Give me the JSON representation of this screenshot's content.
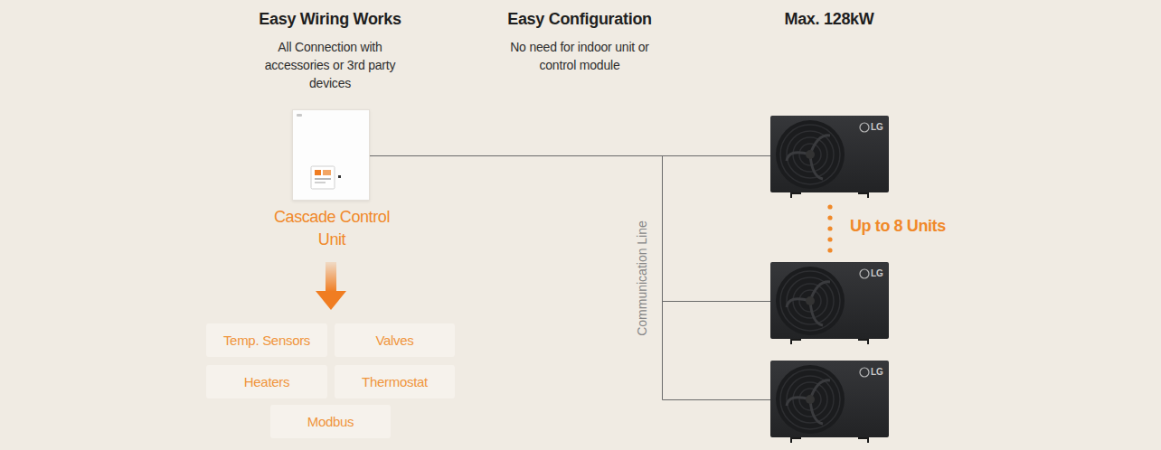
{
  "diagram": {
    "nodes": [
      {
        "text": [
          "Cascade Control Unit"
        ]
      },
      {
        "text": [
          "Temp. Sensors"
        ]
      },
      {
        "text": [
          "Valves"
        ]
      },
      {
        "text": [
          "Heaters"
        ]
      },
      {
        "text": [
          "Thermostat"
        ]
      },
      {
        "text": [
          "Modbus"
        ]
      },
      {
        "text": [
          "LG"
        ]
      },
      {
        "text": [
          "LG"
        ]
      },
      {
        "text": [
          "LG"
        ]
      }
    ],
    "edges": [
      {
        "from": 0,
        "to": 6,
        "arrow": "none"
      },
      {
        "from": 0,
        "to": 7,
        "arrow": "none"
      },
      {
        "from": 0,
        "to": 8,
        "arrow": "none"
      }
    ],
    "labels": [
      "Easy Wiring Works",
      "All Connection with accessories or 3rd party devices",
      "Easy Configuration",
      "No need for indoor unit or control module",
      "Max. 128kW",
      "Communication Line",
      "Up to 8 Units"
    ]
  }
}
